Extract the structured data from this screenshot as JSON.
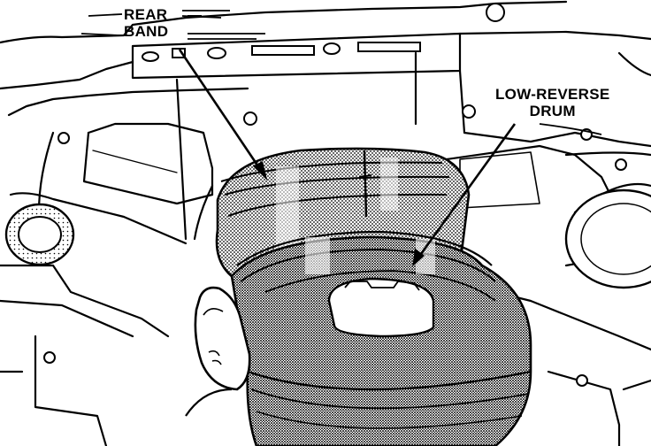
{
  "callouts": {
    "rear_band": {
      "line1": "REAR",
      "line2": "BAND"
    },
    "low_reverse_drum": {
      "line1": "LOW-REVERSE",
      "line2": "DRUM"
    }
  },
  "colors": {
    "ink": "#000000",
    "paper": "#ffffff",
    "shade": "#9a9a9a"
  }
}
